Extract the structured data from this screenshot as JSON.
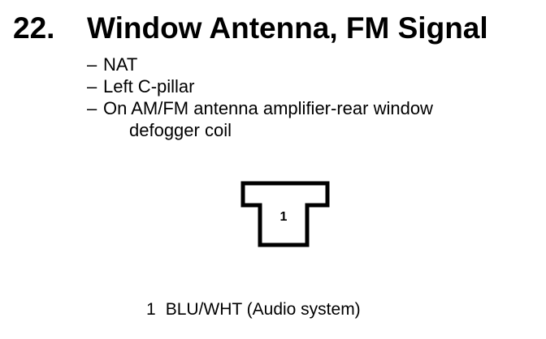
{
  "heading": {
    "number": "22.",
    "title": "Window Antenna, FM Signal"
  },
  "notes": [
    {
      "dash": "–",
      "text": "NAT"
    },
    {
      "dash": "–",
      "text": "Left C-pillar"
    },
    {
      "dash": "–",
      "text": "On AM/FM antenna amplifier-rear window",
      "continuation": "defogger coil"
    }
  ],
  "connector": {
    "pins": [
      {
        "number": "1"
      }
    ]
  },
  "legend": {
    "pin": "1",
    "description": "BLU/WHT (Audio system)"
  }
}
